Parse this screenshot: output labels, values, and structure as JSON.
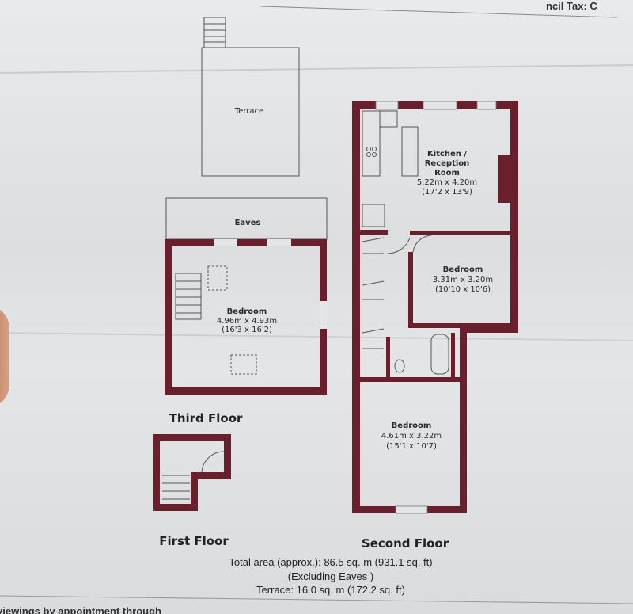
{
  "header_fragment": "ncil Tax: C",
  "terrace": {
    "label": "Terrace"
  },
  "third_floor": {
    "title": "Third Floor",
    "eaves_label": "Eaves",
    "bedroom": {
      "name": "Bedroom",
      "metric": "4.96m x 4.93m",
      "imperial": "(16'3 x 16'2)"
    }
  },
  "first_floor": {
    "title": "First Floor"
  },
  "second_floor": {
    "title": "Second Floor",
    "kitchen": {
      "name_line1": "Kitchen /",
      "name_line2": "Reception",
      "name_line3": "Room",
      "metric": "5.22m x 4.20m",
      "imperial": "(17'2 x 13'9)"
    },
    "bedroom_1": {
      "name": "Bedroom",
      "metric": "3.31m x 3.20m",
      "imperial": "(10'10 x 10'6)"
    },
    "bedroom_2": {
      "name": "Bedroom",
      "metric": "4.61m x 3.22m",
      "imperial": "(15'1 x 10'7)"
    }
  },
  "footer": {
    "total_area": "Total area (approx.): 86.5 sq. m (931.1 sq. ft)",
    "excluding": "(Excluding Eaves )",
    "terrace_area": "Terrace: 16.0 sq. m (172.2 sq. ft)",
    "viewings": "viewings by appointment through"
  },
  "colors": {
    "wall": "#6a1f2c",
    "paper": "#e4e5e7"
  }
}
